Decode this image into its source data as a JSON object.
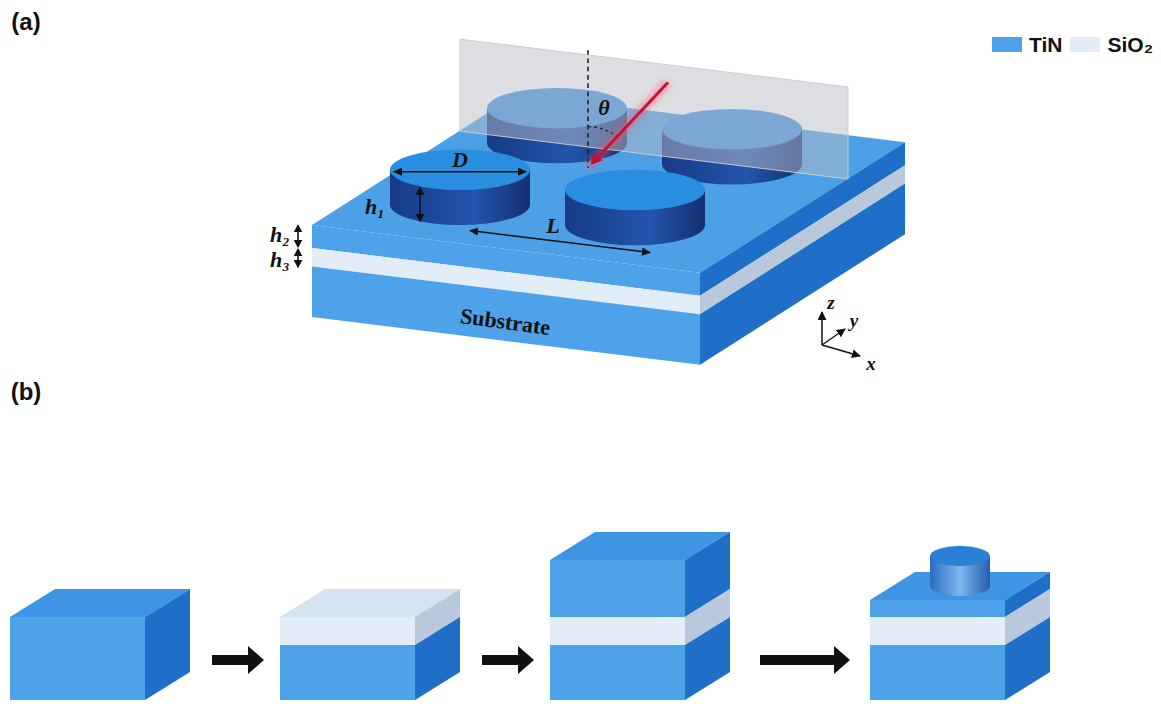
{
  "diagram": {
    "labels": [
      "(a)",
      "(b)",
      "D",
      "h₁",
      "h₂",
      "h₃",
      "L",
      "θ",
      "Substrate",
      "z",
      "y",
      "x"
    ],
    "legend": [
      {
        "text": "TiN",
        "color": "#4da2ea"
      },
      {
        "text": "SiO₂",
        "color": "#e3edf8"
      }
    ]
  }
}
